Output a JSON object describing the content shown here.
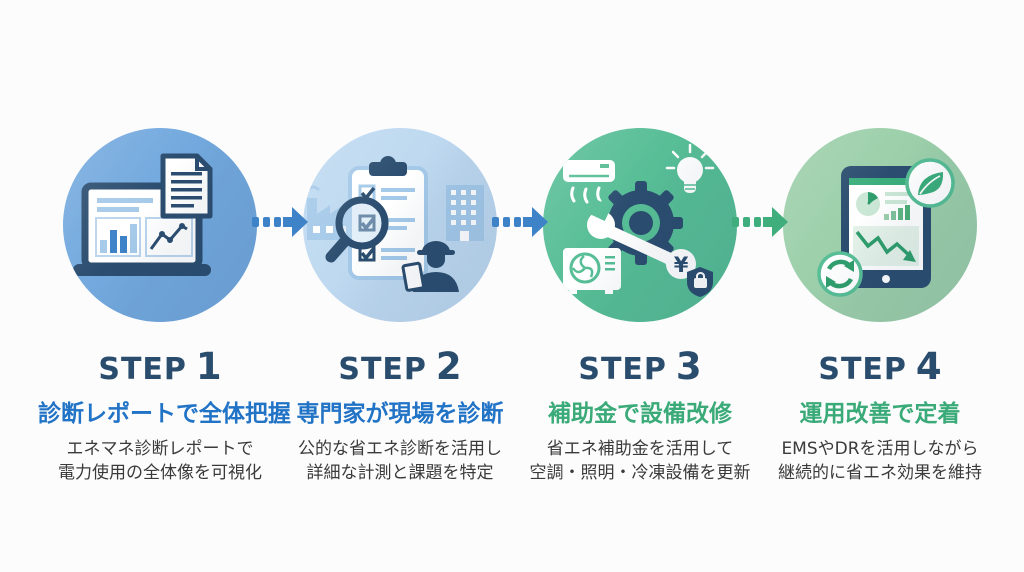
{
  "steps": [
    {
      "step_word": "STEP",
      "step_number": "1",
      "heading": "診断レポートで全体把握",
      "description_line1": "エネマネ診断レポートで",
      "description_line2": "電力使用の全体像を可視化",
      "circle_color": "#73A9DE",
      "heading_color": "#2173C6",
      "icons": [
        "laptop-with-charts",
        "report-document"
      ]
    },
    {
      "step_word": "STEP",
      "step_number": "2",
      "heading": "専門家が現場を診断",
      "description_line1": "公的な省エネ診断を活用し",
      "description_line2": "詳細な計測と課題を特定",
      "circle_color": "#BED9F0",
      "heading_color": "#2173C6",
      "icons": [
        "checklist-clipboard",
        "magnifier",
        "factory",
        "office-building",
        "engineer"
      ]
    },
    {
      "step_word": "STEP",
      "step_number": "3",
      "heading": "補助金で設備改修",
      "description_line1": "省エネ補助金を活用して",
      "description_line2": "空調・照明・冷凍設備を更新",
      "circle_color": "#57BE96",
      "heading_color": "#3AAA78",
      "badge_text": "¥",
      "icons": [
        "air-conditioner",
        "led-bulb",
        "gear-wrench",
        "outdoor-unit",
        "yen-badge",
        "subsidy-shield"
      ]
    },
    {
      "step_word": "STEP",
      "step_number": "4",
      "heading": "運用改善で定着",
      "description_line1": "EMSやDRを活用しながら",
      "description_line2": "継続的に省エネ効果を維持",
      "circle_color": "#9CCFAA",
      "heading_color": "#3AAA78",
      "icons": [
        "tablet-dashboard",
        "leaf-badge",
        "refresh-arrows-badge"
      ]
    }
  ],
  "arrows": [
    {
      "direction": "right",
      "style": "dashed",
      "color": "#3E82C8"
    },
    {
      "direction": "right",
      "style": "dashed",
      "color": "#3E82C8"
    },
    {
      "direction": "right",
      "style": "dashed",
      "color": "#3FAE7C"
    }
  ],
  "colors": {
    "background": "#FCFCFD",
    "step_label": "#2A4D6E",
    "blue_heading": "#2173C6",
    "green_heading": "#3AAA78",
    "body_text": "#3A3A3A",
    "icon_navy": "#2B4D6F",
    "icon_light_blue": "#A4C9E9",
    "icon_green": "#2F9E6C"
  }
}
